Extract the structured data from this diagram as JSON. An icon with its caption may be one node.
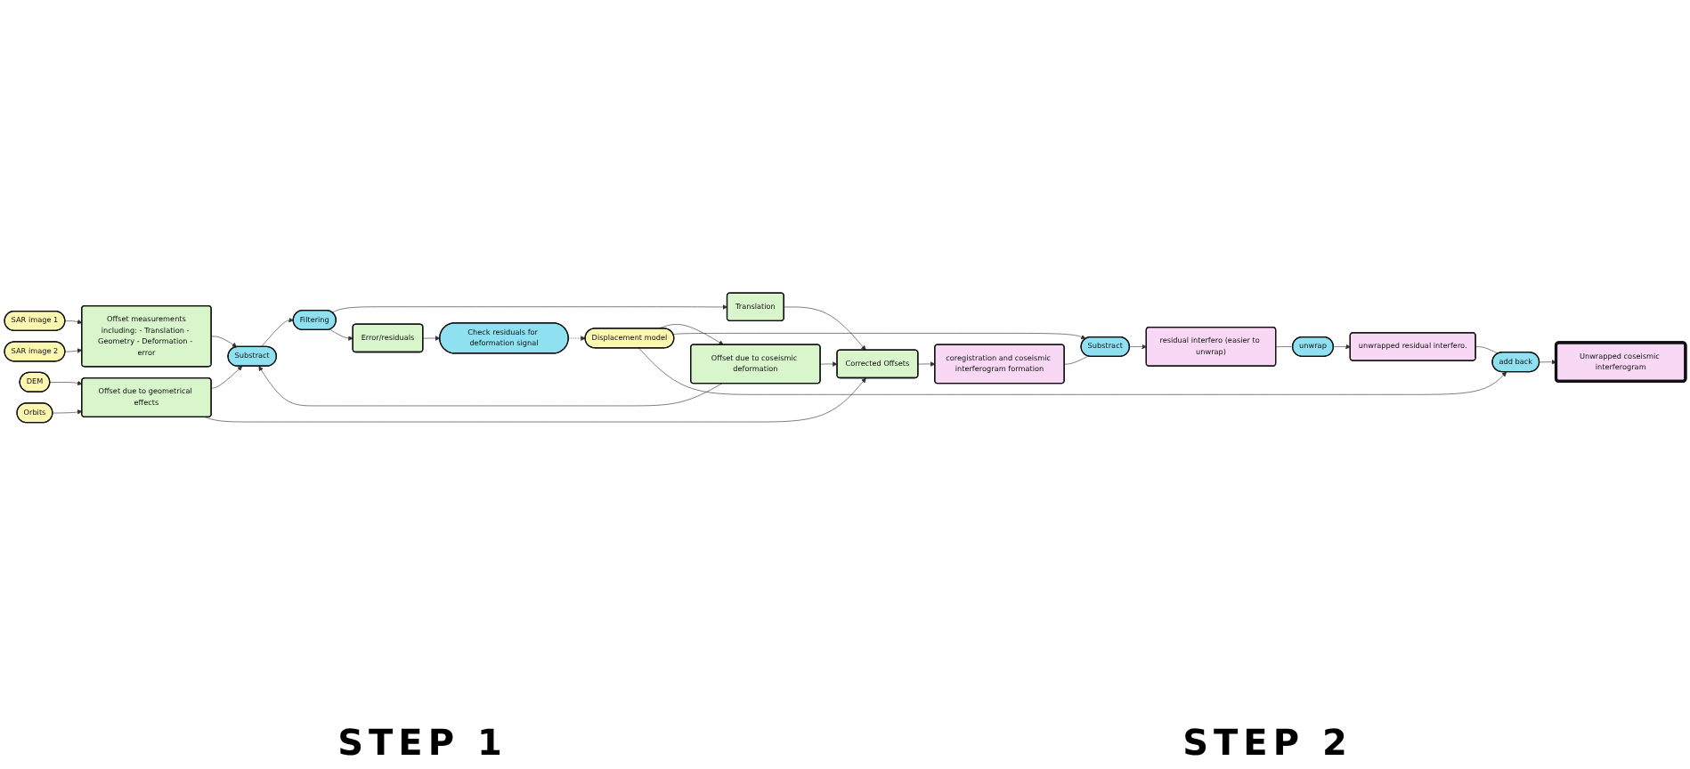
{
  "diagram": {
    "nodes": [
      {
        "text": [
          "SAR image 1"
        ]
      },
      {
        "text": [
          "SAR image 2"
        ]
      },
      {
        "text": [
          "Offset measurements",
          "including: - Translation - Geometry - Deformation - error"
        ]
      },
      {
        "text": [
          "DEM"
        ]
      },
      {
        "text": [
          "Orbits"
        ]
      },
      {
        "text": [
          "Displacement model"
        ]
      },
      {
        "text": [
          "Offset due to geometrical effects"
        ]
      },
      {
        "text": [
          "Offset due to coseismic deformation"
        ]
      },
      {
        "text": [
          "Substract"
        ]
      },
      {
        "text": [
          "Translation"
        ]
      },
      {
        "text": [
          "Filtering"
        ]
      },
      {
        "text": [
          "Error/residuals"
        ]
      },
      {
        "text": [
          "Corrected Offsets"
        ]
      },
      {
        "text": [
          "Check residuals for deformation signal"
        ]
      },
      {
        "text": [
          "coregistration and coseismic interferogram formation"
        ]
      },
      {
        "text": [
          "Substract"
        ]
      },
      {
        "text": [
          "residual interfero (easier to unwrap)"
        ]
      },
      {
        "text": [
          "unwrap"
        ]
      },
      {
        "text": [
          "unwrapped residual interfero."
        ]
      },
      {
        "text": [
          "add back"
        ]
      },
      {
        "text": [
          "Unwrapped coseismic interferogram"
        ]
      }
    ],
    "edges": [
      {
        "from": 0,
        "to": 2,
        "arrow": "to"
      },
      {
        "from": 1,
        "to": 2,
        "arrow": "to"
      },
      {
        "from": 3,
        "to": 6,
        "arrow": "to"
      },
      {
        "from": 4,
        "to": 6,
        "arrow": "to"
      },
      {
        "from": 5,
        "to": 7,
        "arrow": "to"
      },
      {
        "from": 2,
        "to": 8,
        "arrow": "to"
      },
      {
        "from": 6,
        "to": 8,
        "arrow": "to"
      },
      {
        "from": 7,
        "to": 8,
        "arrow": "to"
      },
      {
        "from": 8,
        "to": 10,
        "arrow": "to"
      },
      {
        "from": 10,
        "to": 9,
        "arrow": "to"
      },
      {
        "from": 10,
        "to": 11,
        "arrow": "to"
      },
      {
        "from": 6,
        "to": 12,
        "arrow": "to"
      },
      {
        "from": 7,
        "to": 12,
        "arrow": "to"
      },
      {
        "from": 9,
        "to": 12,
        "arrow": "to"
      },
      {
        "from": 11,
        "to": 13,
        "arrow": "to"
      },
      {
        "from": 13,
        "to": 5,
        "arrow": "to",
        "style": "dashed"
      },
      {
        "from": 12,
        "to": 14,
        "arrow": "to"
      },
      {
        "from": 14,
        "to": 15,
        "arrow": "none"
      },
      {
        "from": 5,
        "to": 15,
        "arrow": "to"
      },
      {
        "from": 15,
        "to": 16,
        "arrow": "to"
      },
      {
        "from": 16,
        "to": 17,
        "arrow": "none"
      },
      {
        "from": 17,
        "to": 18,
        "arrow": "to"
      },
      {
        "from": 5,
        "to": 19,
        "arrow": "to"
      },
      {
        "from": 18,
        "to": 19,
        "arrow": "none"
      },
      {
        "from": 19,
        "to": 20,
        "arrow": "to"
      }
    ],
    "labels": [
      "STEP 1",
      "STEP 2"
    ]
  }
}
